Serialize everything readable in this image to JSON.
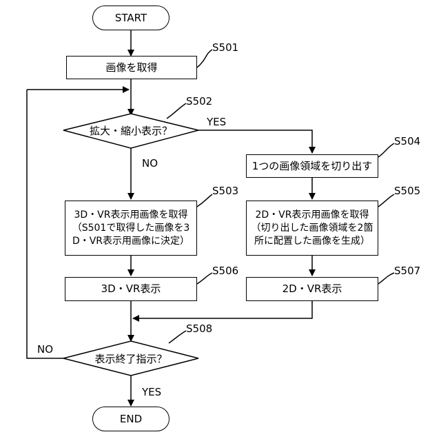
{
  "nodes": {
    "start": "START",
    "end": "END",
    "s501": {
      "step": "S501",
      "text": "画像を取得"
    },
    "s502": {
      "step": "S502",
      "text": "拡大・縮小表示？"
    },
    "s503": {
      "step": "S503",
      "lines": [
        "3D・VR表示用画像を取得",
        "（S501で取得した画像を3",
        "D・VR表示用画像に決定）"
      ]
    },
    "s504": {
      "step": "S504",
      "text": "1つの画像領域を切り出す"
    },
    "s505": {
      "step": "S505",
      "lines": [
        "2D・VR表示用画像を取得",
        "（切り出した画像領域を2箇",
        "所に配置した画像を生成）"
      ]
    },
    "s506": {
      "step": "S506",
      "text": "3D・VR表示"
    },
    "s507": {
      "step": "S507",
      "text": "2D・VR表示"
    },
    "s508": {
      "step": "S508",
      "text": "表示終了指示？"
    }
  },
  "branches": {
    "s502_yes": "YES",
    "s502_no": "NO",
    "s508_no": "NO",
    "s508_yes": "YES"
  }
}
